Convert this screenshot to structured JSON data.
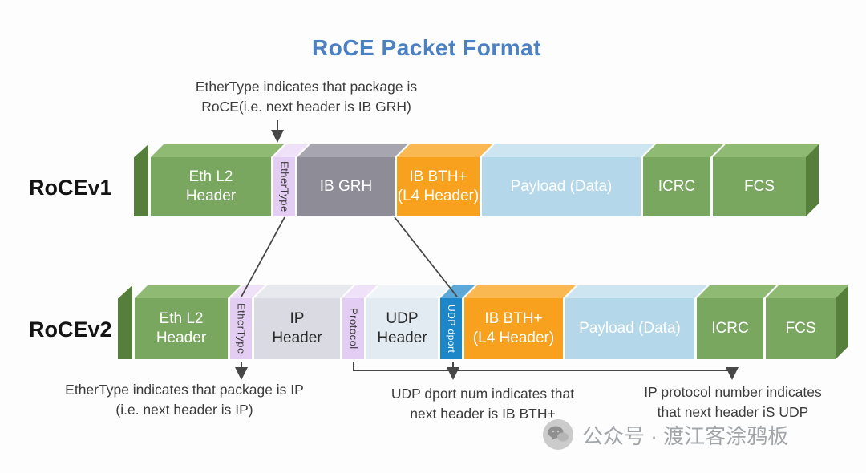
{
  "title": "RoCE Packet Format",
  "annotations": {
    "top": "EtherType indicates that package is\nRoCE(i.e. next header is IB GRH)",
    "bottom_left": "EtherType indicates that package is IP\n(i.e. next header is IP)",
    "bottom_middle": "UDP dport num indicates that\nnext header is IB BTH+",
    "bottom_right": "IP protocol number indicates\nthat next header iS UDP"
  },
  "rocev1": {
    "label": "RoCEv1",
    "segments": [
      {
        "name": "eth-l2-header",
        "label": "Eth L2\nHeader",
        "color": "#79a75f"
      },
      {
        "name": "ethertype",
        "label": "EtherType",
        "color": "#e4cdf2"
      },
      {
        "name": "ib-grh",
        "label": "IB GRH",
        "color": "#8d8c97"
      },
      {
        "name": "ib-bth",
        "label": "IB BTH+\n(L4 Header)",
        "color": "#f7a11f"
      },
      {
        "name": "payload",
        "label": "Payload (Data)",
        "color": "#b4d7ea"
      },
      {
        "name": "icrc",
        "label": "ICRC",
        "color": "#79a75f"
      },
      {
        "name": "fcs",
        "label": "FCS",
        "color": "#79a75f"
      }
    ]
  },
  "rocev2": {
    "label": "RoCEv2",
    "segments": [
      {
        "name": "eth-l2-header",
        "label": "Eth L2\nHeader",
        "color": "#79a75f"
      },
      {
        "name": "ethertype",
        "label": "EtherType",
        "color": "#e4cdf2"
      },
      {
        "name": "ip-header",
        "label": "IP\nHeader",
        "color": "#d9dae2"
      },
      {
        "name": "protocol",
        "label": "Protocol",
        "color": "#e4cdf2"
      },
      {
        "name": "udp-header",
        "label": "UDP\nHeader",
        "color": "#e2ebf2"
      },
      {
        "name": "udp-dport",
        "label": "UDP dport",
        "color": "#1c86c8"
      },
      {
        "name": "ib-bth",
        "label": "IB BTH+\n(L4 Header)",
        "color": "#f7a11f"
      },
      {
        "name": "payload",
        "label": "Payload (Data)",
        "color": "#b4d7ea"
      },
      {
        "name": "icrc",
        "label": "ICRC",
        "color": "#79a75f"
      },
      {
        "name": "fcs",
        "label": "FCS",
        "color": "#79a75f"
      }
    ]
  },
  "watermark": "公众号 · 渡江客涂鸦板",
  "palette": {
    "title_blue": "#4b80c2",
    "annotation_text": "#3c3c3c",
    "green_dark": "#557f3b",
    "arrow": "#474747"
  }
}
